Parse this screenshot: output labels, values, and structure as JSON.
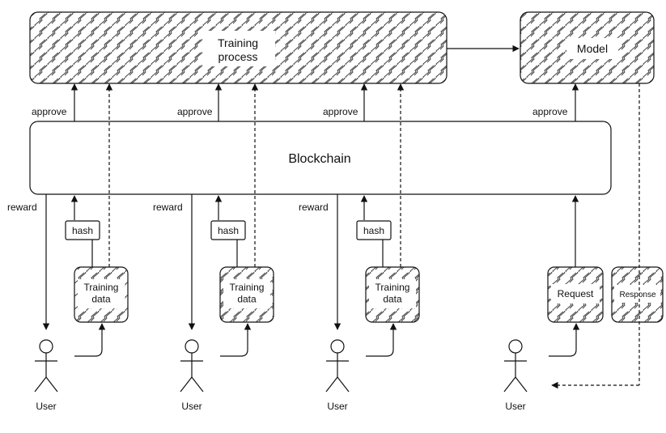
{
  "nodes": {
    "training_process": "Training\nprocess",
    "model": "Model",
    "blockchain": "Blockchain",
    "training_data": "Training\ndata",
    "hash": "hash",
    "request": "Request",
    "response": "Response",
    "user": "User"
  },
  "edges": {
    "approve": "approve",
    "reward": "reward"
  },
  "colors": {
    "stroke": "#111111",
    "fill": "#ffffff",
    "text": "#111111"
  }
}
